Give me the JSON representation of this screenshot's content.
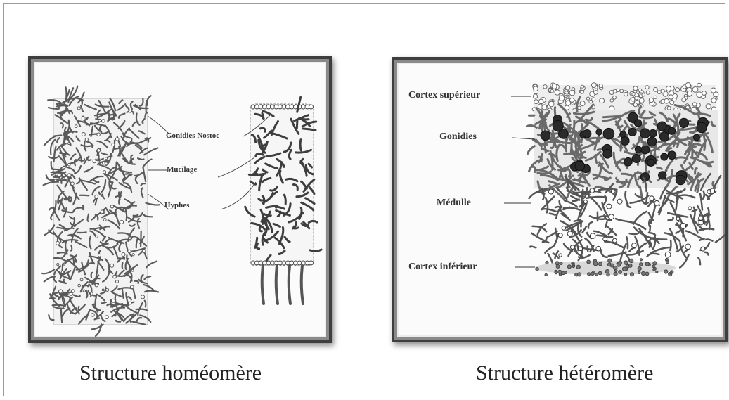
{
  "left_panel": {
    "caption": "Structure homéomère",
    "labels": {
      "gonidies": "Gonidies Nostoc",
      "mucilage": "Mucilage",
      "hyphes": "Hyphes"
    }
  },
  "right_panel": {
    "caption": "Structure hétéromère",
    "labels": {
      "cortex_sup": "Cortex supérieur",
      "gonidies": "Gonidies",
      "medulle": "Médulle",
      "cortex_inf": "Cortex inférieur"
    }
  }
}
